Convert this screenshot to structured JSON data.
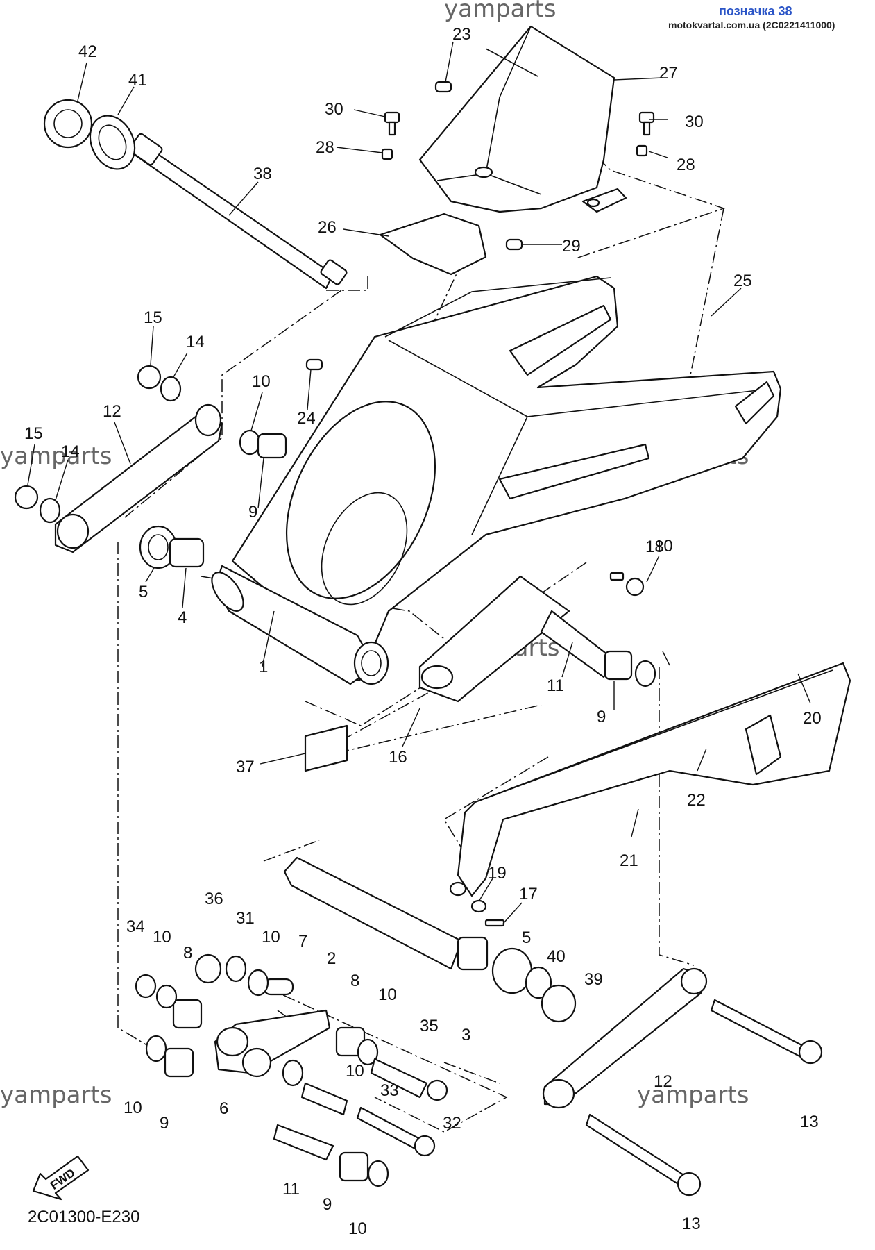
{
  "header": {
    "title": "позначка 38",
    "subtitle": "motokvartal.com.ua (2C0221411000)"
  },
  "watermark": "yamparts",
  "diagram_code": "2C01300-E230",
  "fwd_label": "FWD",
  "colors": {
    "line": "#111111",
    "header_link": "#2b55c7",
    "watermark": "#666666"
  },
  "parts": [
    {
      "no": "1"
    },
    {
      "no": "2"
    },
    {
      "no": "3"
    },
    {
      "no": "4"
    },
    {
      "no": "5"
    },
    {
      "no": "5"
    },
    {
      "no": "6"
    },
    {
      "no": "7"
    },
    {
      "no": "8"
    },
    {
      "no": "8"
    },
    {
      "no": "9"
    },
    {
      "no": "9"
    },
    {
      "no": "9"
    },
    {
      "no": "9"
    },
    {
      "no": "10"
    },
    {
      "no": "10"
    },
    {
      "no": "10"
    },
    {
      "no": "10"
    },
    {
      "no": "10"
    },
    {
      "no": "10"
    },
    {
      "no": "10"
    },
    {
      "no": "10"
    },
    {
      "no": "11"
    },
    {
      "no": "11"
    },
    {
      "no": "12"
    },
    {
      "no": "12"
    },
    {
      "no": "13"
    },
    {
      "no": "13"
    },
    {
      "no": "14"
    },
    {
      "no": "14"
    },
    {
      "no": "15"
    },
    {
      "no": "15"
    },
    {
      "no": "16"
    },
    {
      "no": "17"
    },
    {
      "no": "18"
    },
    {
      "no": "19"
    },
    {
      "no": "20"
    },
    {
      "no": "21"
    },
    {
      "no": "22"
    },
    {
      "no": "23"
    },
    {
      "no": "24"
    },
    {
      "no": "25"
    },
    {
      "no": "26"
    },
    {
      "no": "27"
    },
    {
      "no": "28"
    },
    {
      "no": "28"
    },
    {
      "no": "29"
    },
    {
      "no": "30"
    },
    {
      "no": "30"
    },
    {
      "no": "31"
    },
    {
      "no": "32"
    },
    {
      "no": "33"
    },
    {
      "no": "34"
    },
    {
      "no": "35"
    },
    {
      "no": "36"
    },
    {
      "no": "37"
    },
    {
      "no": "38"
    },
    {
      "no": "39"
    },
    {
      "no": "40"
    },
    {
      "no": "41"
    },
    {
      "no": "42"
    }
  ]
}
